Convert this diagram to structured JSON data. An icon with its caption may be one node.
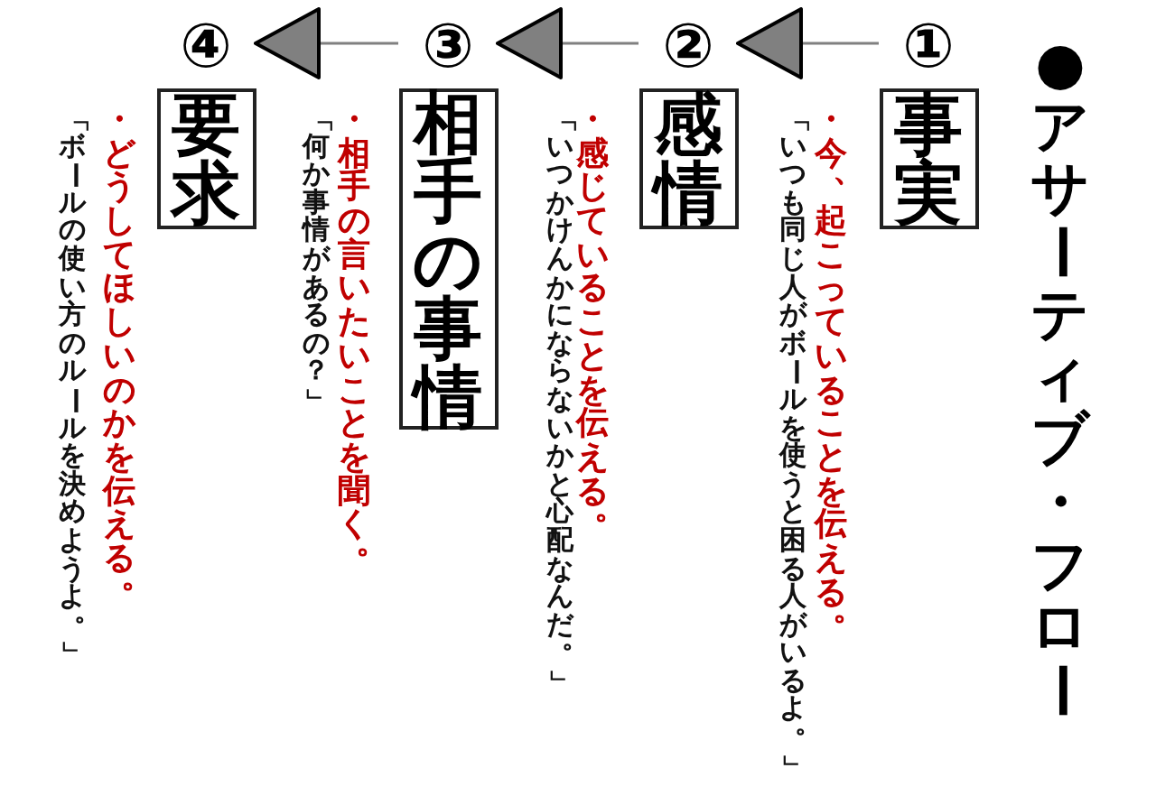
{
  "diagram": {
    "title": "●アサーティブ・フロー",
    "nodes": [
      {
        "text": [
          "①",
          "事実"
        ],
        "beside": [
          "・今、起こっていることを伝える。",
          "「いつも同じ人がボールを使うと困る人がいるよ。」"
        ]
      },
      {
        "text": [
          "②",
          "感情"
        ],
        "beside": [
          "・感じていることを伝える。",
          "「いつかけんかにならないかと心配なんだ。」"
        ]
      },
      {
        "text": [
          "③",
          "相手の事情"
        ],
        "beside": [
          "・相手の言いたいことを聞く。",
          "「何か事情があるの？」"
        ]
      },
      {
        "text": [
          "④",
          "要求"
        ],
        "beside": [
          "・どうしてほしいのかを伝える。",
          "「ボールの使い方のルールを決めようよ。」"
        ]
      }
    ],
    "edges": [
      {
        "from": 0,
        "to": 1,
        "arrow": "to"
      },
      {
        "from": 1,
        "to": 2,
        "arrow": "to"
      },
      {
        "from": 2,
        "to": 3,
        "arrow": "to"
      }
    ]
  }
}
